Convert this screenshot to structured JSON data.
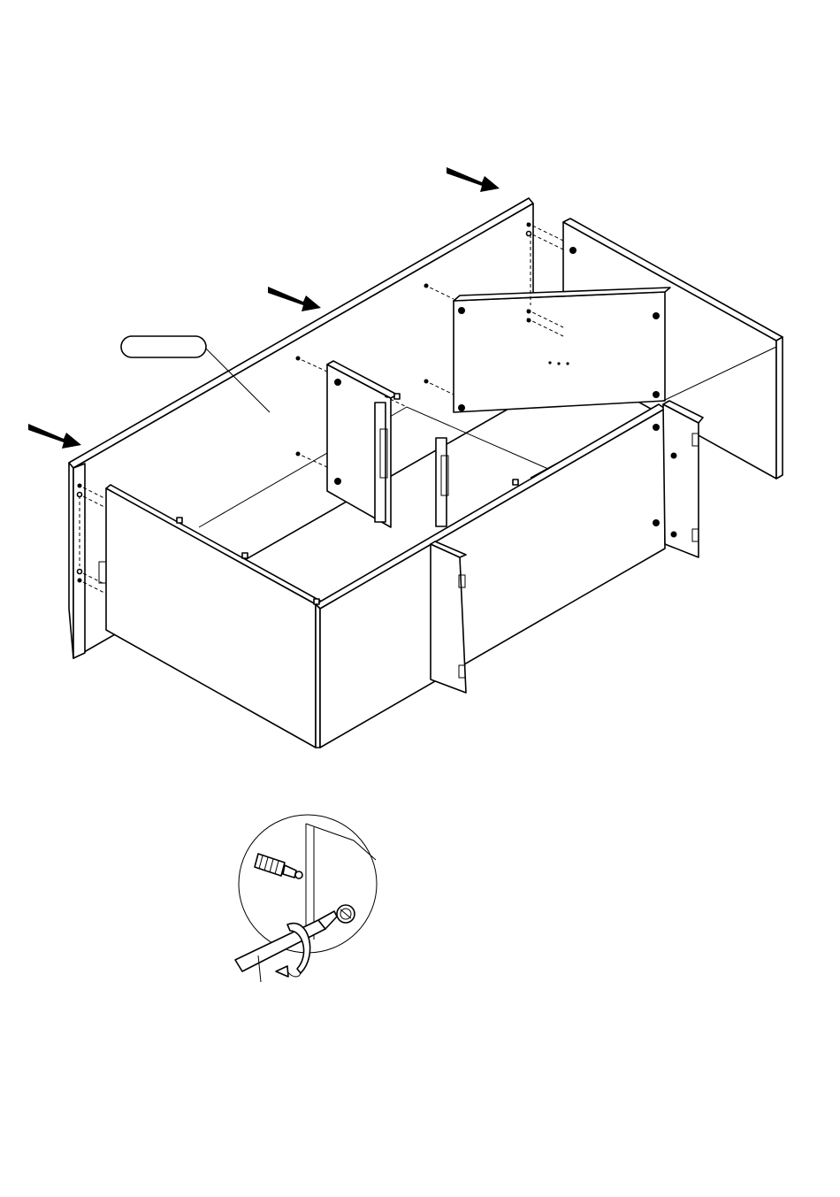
{
  "image": {
    "kind": "furniture assembly instruction",
    "style": "black line drawing on white background",
    "colors": {
      "line": "#000000",
      "background": "#ffffff"
    }
  },
  "assembly": {
    "panels": [
      "back-panel",
      "left-end-panel",
      "front-left-panel",
      "middle-divider-1",
      "middle-divider-2",
      "front-right-panel",
      "right-end-panel",
      "door-left",
      "door-right"
    ],
    "push_arrows": 3,
    "callout_label": ""
  },
  "detail": {
    "tools": [
      "screwdriver-icon",
      "cam-bolt-icon",
      "cam-lock-icon",
      "rotate-arrow-icon"
    ]
  }
}
